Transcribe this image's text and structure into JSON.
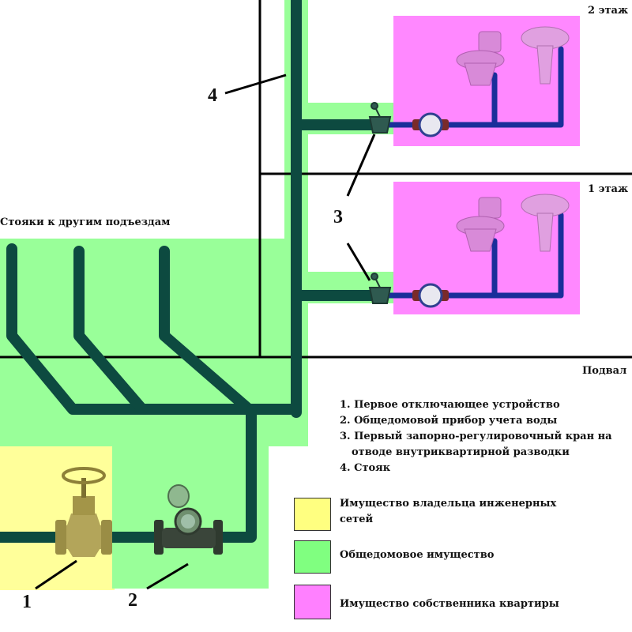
{
  "floors": {
    "floor2": "2 этаж",
    "floor1": "1 этаж",
    "basement": "Подвал"
  },
  "risers_caption": "Стояки к другим подъездам",
  "numbers": {
    "n1": "1",
    "n2": "2",
    "n3": "3",
    "n4": "4"
  },
  "list": [
    "1. Первое отключающее устройство",
    "2. Общедомовой прибор учета воды",
    "3. Первый запорно-регулировочный кран на",
    "отводе внутриквартирной разводки",
    "4. Стояк"
  ],
  "legend": [
    {
      "label_line1": "Имущество владельца инженерных",
      "label_line2": "сетей",
      "color": "#ffff80"
    },
    {
      "label_line1": "Общедомовое имущество",
      "label_line2": "",
      "color": "#80ff80"
    },
    {
      "label_line1": "Имущество собственника квартиры",
      "label_line2": "",
      "color": "#ff80ff"
    }
  ],
  "colors": {
    "yellow_zone": "#ffff9a",
    "green_zone": "#99ff99",
    "pink_zone": "#ff88ff",
    "main_pipe": "#0d4a40",
    "apartment_pipe": "#1a2e9a",
    "walls": "#000000"
  },
  "icons": [
    "gate-valve-icon",
    "water-meter-icon",
    "ball-valve-icon",
    "toilet-icon",
    "sink-icon"
  ]
}
